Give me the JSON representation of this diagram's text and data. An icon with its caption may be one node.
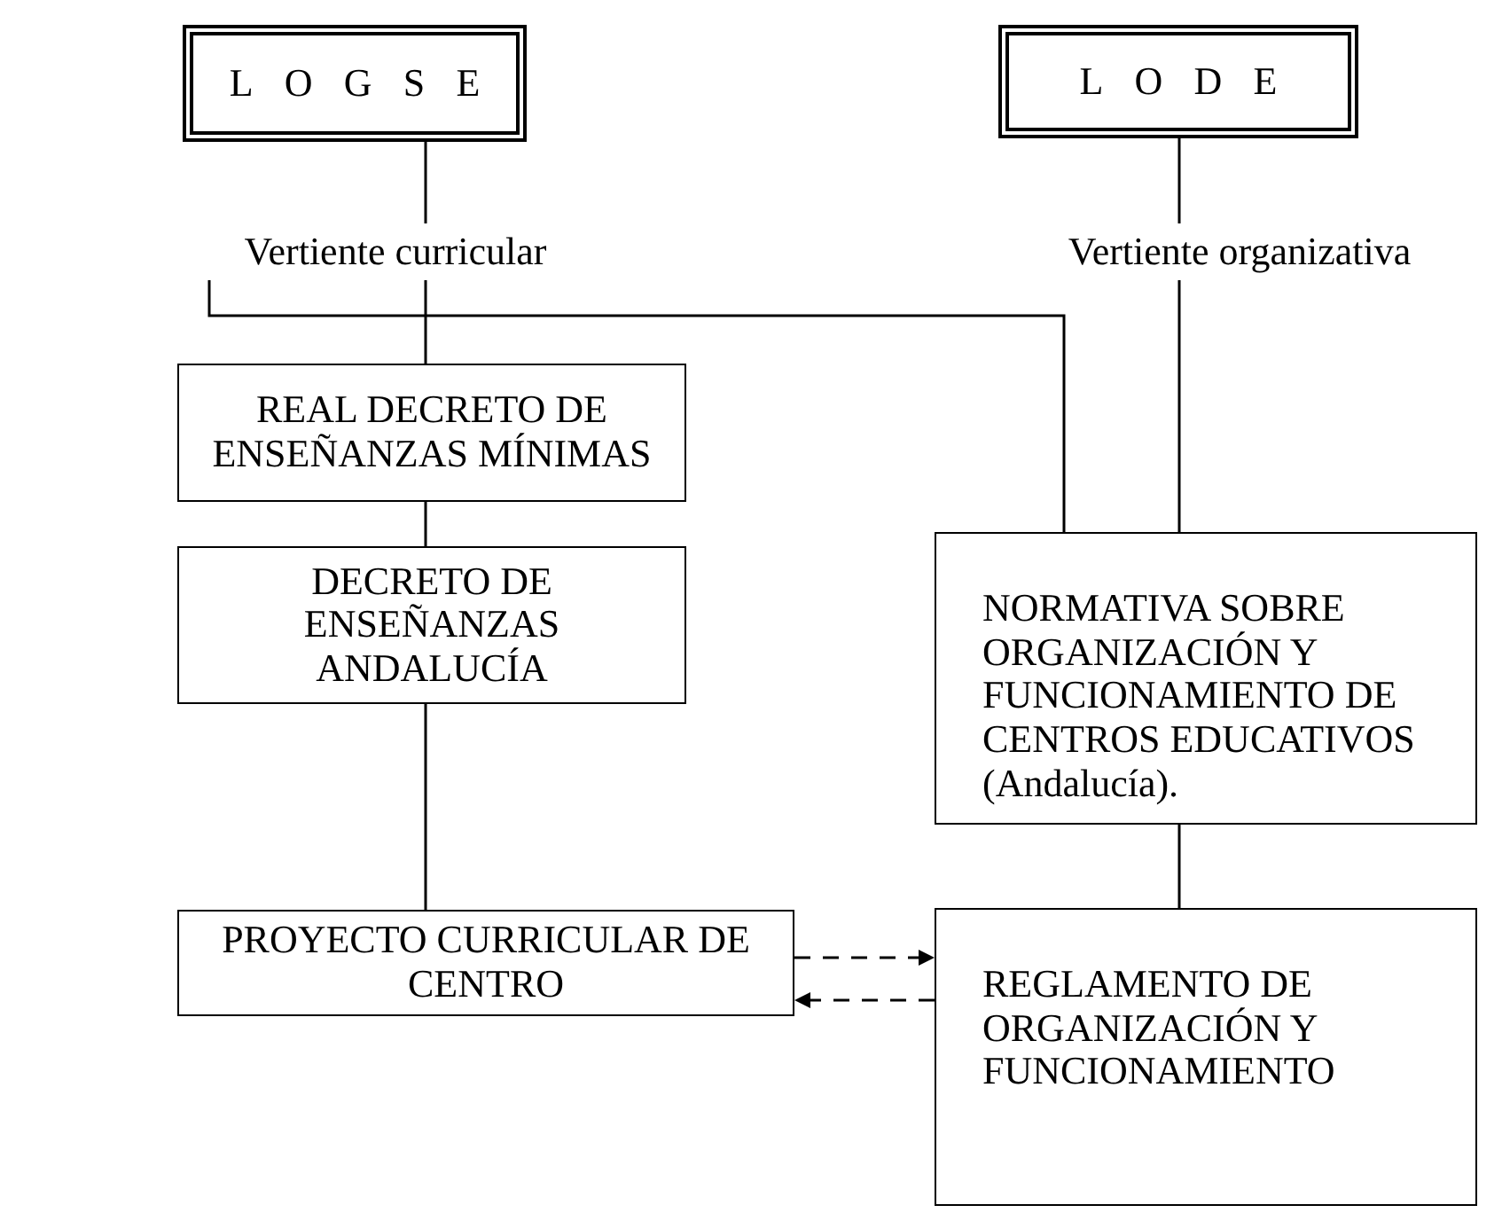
{
  "diagram": {
    "nodes": [
      {
        "text": [
          "LOGSE"
        ]
      },
      {
        "text": [
          "LODE"
        ]
      },
      {
        "text": [
          "Vertiente curricular"
        ]
      },
      {
        "text": [
          "Vertiente organizativa"
        ]
      },
      {
        "text": [
          "REAL DECRETO DE ENSEÑANZAS MÍNIMAS"
        ]
      },
      {
        "text": [
          "DECRETO DE ENSEÑANZAS ANDALUCÍA"
        ]
      },
      {
        "text": [
          "NORMATIVA SOBRE ORGANIZACIÓN Y FUNCIONAMIENTO DE CENTROS EDUCATIVOS (Andalucía)."
        ]
      },
      {
        "text": [
          "PROYECTO CURRICULAR DE CENTRO"
        ]
      },
      {
        "text": [
          "REGLAMENTO DE ORGANIZACIÓN Y FUNCIONAMIENTO"
        ]
      }
    ],
    "edges": [
      {
        "from": 0,
        "to": 2,
        "arrow": "none"
      },
      {
        "from": 1,
        "to": 3,
        "arrow": "none"
      },
      {
        "from": 2,
        "to": 4,
        "arrow": "none"
      },
      {
        "from": 2,
        "to": 6,
        "arrow": "none"
      },
      {
        "from": 3,
        "to": 6,
        "arrow": "none"
      },
      {
        "from": 4,
        "to": 5,
        "arrow": "none"
      },
      {
        "from": 5,
        "to": 7,
        "arrow": "none"
      },
      {
        "from": 6,
        "to": 8,
        "arrow": "none"
      },
      {
        "from": 7,
        "to": 8,
        "arrow": "to",
        "style": "dashed"
      },
      {
        "from": 8,
        "to": 7,
        "arrow": "to",
        "style": "dashed"
      }
    ]
  }
}
